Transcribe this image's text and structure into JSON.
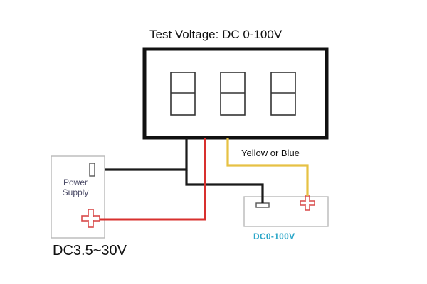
{
  "title": "Test Voltage: DC 0-100V",
  "wire_label": "Yellow or Blue",
  "power_supply": {
    "label_line1": "Power",
    "label_line2": "Supply",
    "range": "DC3.5~30V"
  },
  "test_source": {
    "range": "DC0-100V"
  },
  "display": {
    "digit_count": 3
  },
  "colors": {
    "wire_black": "#1a1a1a",
    "wire_red": "#d8302e",
    "wire_yellow": "#e6c144",
    "dc_label": "#2aa6c8",
    "plus_terminal": "#d84a4a"
  }
}
